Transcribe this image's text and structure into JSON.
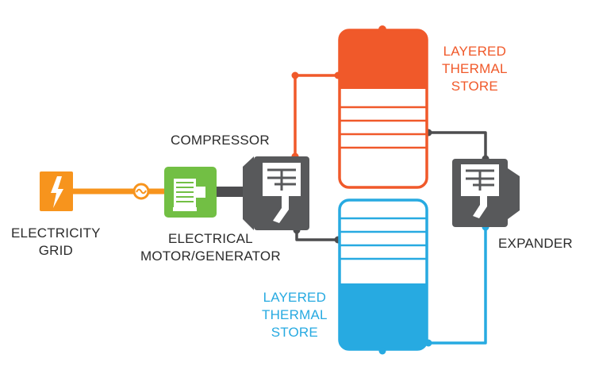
{
  "colors": {
    "hot": "#f0592a",
    "cold": "#27aae1",
    "grid": "#f7941d",
    "motor": "#72bf44",
    "machine": "#58595b",
    "pipe": "#4d4d4f",
    "text": "#2b2b2b"
  },
  "icons": {
    "grid": "lightning-bolt-icon",
    "motor": "electric-motor-icon",
    "ac_symbol": "alternating-current-icon",
    "compressor": "turbomachine-icon",
    "expander": "turbomachine-icon"
  },
  "labels": {
    "compressor": "COMPRESSOR",
    "electricity_grid": [
      "ELECTRICITY",
      "GRID"
    ],
    "motor_generator": [
      "ELECTRICAL",
      "MOTOR/GENERATOR"
    ],
    "expander": "EXPANDER",
    "hot_store": [
      "LAYERED",
      "THERMAL",
      "STORE"
    ],
    "cold_store": [
      "LAYERED",
      "THERMAL",
      "STORE"
    ]
  }
}
